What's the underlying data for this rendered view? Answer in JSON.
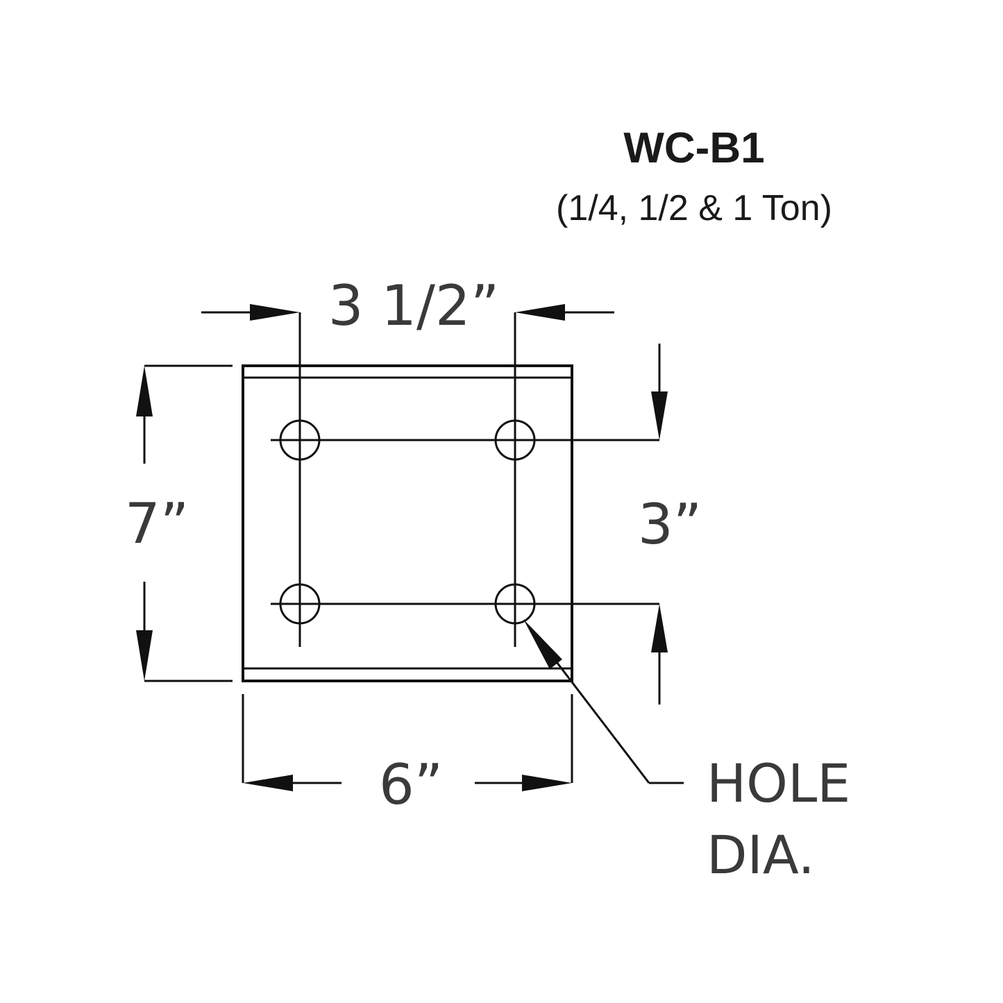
{
  "title": "WC-B1",
  "subtitle": "(1/4, 1/2 & 1 Ton)",
  "dimensions": {
    "hole_spacing_horizontal": "3 1/2”",
    "plate_height": "7”",
    "hole_spacing_vertical": "3”",
    "plate_width": "6”"
  },
  "callout": {
    "line1": "HOLE",
    "line2": "DIA."
  },
  "colors": {
    "line": "#111111",
    "text": "#3a3a3a",
    "title": "#1a1a1a"
  }
}
